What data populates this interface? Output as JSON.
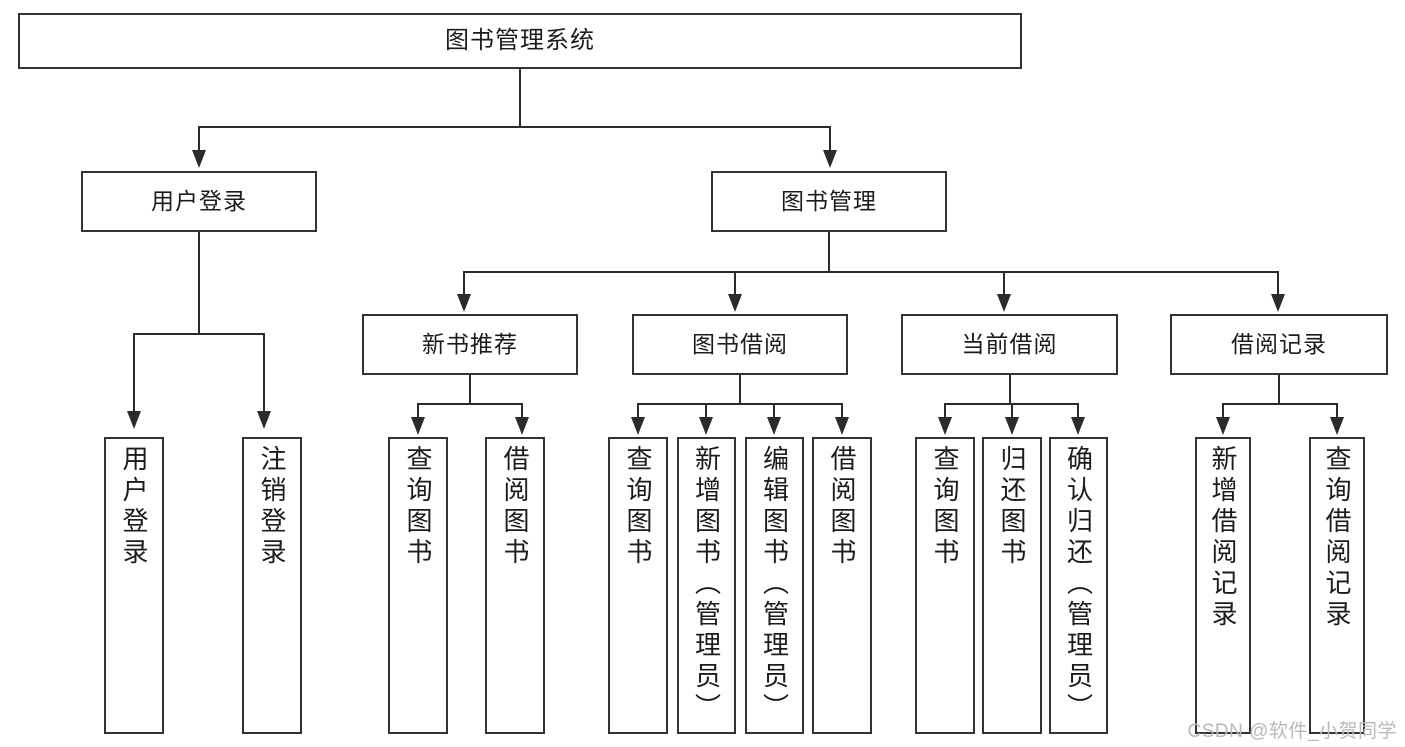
{
  "diagram": {
    "title": "图书管理系统",
    "type": "tree-hierarchy-chart",
    "watermark": "CSDN @软件_小贺同学",
    "colors": {
      "box_border": "#333333",
      "box_fill": "#ffffff",
      "line": "#2b2b2b",
      "text": "#1c1c1c",
      "watermark": "#b9b9b9",
      "background": "#ffffff"
    }
  },
  "nodes": {
    "root": {
      "label": "图书管理系统"
    },
    "level2": [
      {
        "id": "user-login",
        "label": "用户登录"
      },
      {
        "id": "book-manage",
        "label": "图书管理"
      }
    ],
    "level3": [
      {
        "id": "new-book-recommend",
        "label": "新书推荐"
      },
      {
        "id": "book-borrow",
        "label": "图书借阅"
      },
      {
        "id": "current-borrow",
        "label": "当前借阅"
      },
      {
        "id": "borrow-record",
        "label": "借阅记录"
      }
    ],
    "leaves": {
      "user_login": [
        {
          "id": "leaf-user-login",
          "label": "用户登录"
        },
        {
          "id": "leaf-user-logout",
          "label": "注销登录"
        }
      ],
      "new_book_recommend": [
        {
          "id": "leaf-query-book-1",
          "label": "查询图书"
        },
        {
          "id": "leaf-borrow-book-1",
          "label": "借阅图书"
        }
      ],
      "book_borrow": [
        {
          "id": "leaf-query-book-2",
          "label": "查询图书"
        },
        {
          "id": "leaf-add-book",
          "label": "新增图书（管理员）"
        },
        {
          "id": "leaf-edit-book",
          "label": "编辑图书（管理员）"
        },
        {
          "id": "leaf-borrow-book-2",
          "label": "借阅图书"
        }
      ],
      "current_borrow": [
        {
          "id": "leaf-query-book-3",
          "label": "查询图书"
        },
        {
          "id": "leaf-return-book",
          "label": "归还图书"
        },
        {
          "id": "leaf-confirm-return",
          "label": "确认归还（管理员）"
        }
      ],
      "borrow_record": [
        {
          "id": "leaf-add-record",
          "label": "新增借阅记录"
        },
        {
          "id": "leaf-query-record",
          "label": "查询借阅记录"
        }
      ]
    }
  }
}
